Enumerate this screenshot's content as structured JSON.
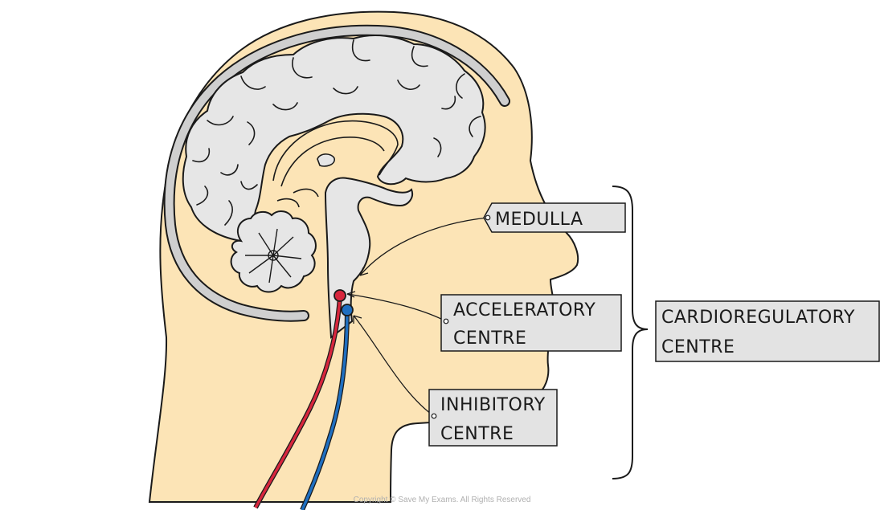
{
  "labels": {
    "medulla": "MEDULLA",
    "accelerator_line1": "ACCELERATORY",
    "accelerator_line2": "CENTRE",
    "inhibitory_line1": "INHIBITORY",
    "inhibitory_line2": "CENTRE",
    "cardio_line1": "CARDIOREGULATORY",
    "cardio_line2": "CENTRE"
  },
  "copyright": "Copyright © Save My Exams. All Rights Reserved",
  "colors": {
    "skin": "#fce4b6",
    "brain": "#e6e6e6",
    "skull": "#cfcfcf",
    "label_box": "#e3e3e3",
    "accelerator_nerve": "#d7263d",
    "inhibitory_nerve": "#1f6fc1",
    "outline": "#1a1a1a"
  }
}
